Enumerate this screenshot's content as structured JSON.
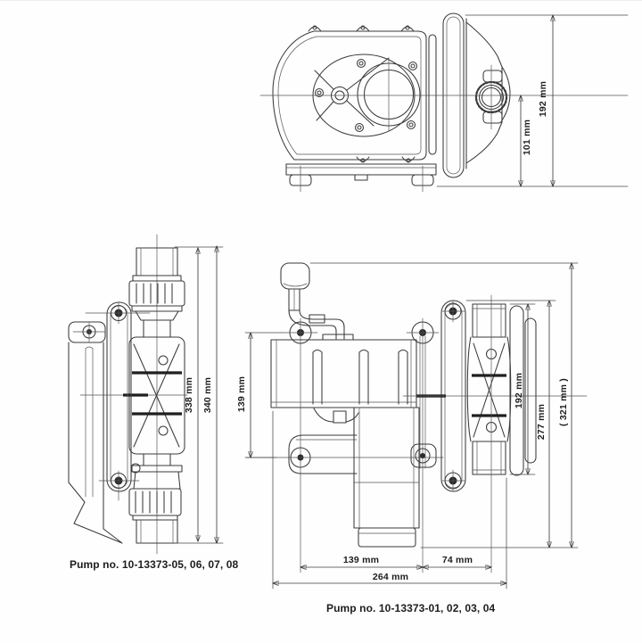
{
  "colors": {
    "background": "#fefefe",
    "line": "#3a3a3a",
    "text": "#1d1d1d"
  },
  "drawing": {
    "side_view": {
      "dims": {
        "d192": "192 mm",
        "d101": "101 mm"
      }
    },
    "inline_view": {
      "caption": "Pump no. 10-13373-05, 06, 07, 08",
      "dims": {
        "d338": "338 mm",
        "d340": "340 mm"
      }
    },
    "front_view": {
      "caption": "Pump no. 10-13373-01, 02, 03, 04",
      "dims": {
        "d139_left": "139 mm",
        "d192": "192 mm",
        "d277": "277 mm",
        "d321": "( 321 mm )",
        "d139_bottom": "139 mm",
        "d74": "74 mm",
        "d264": "264 mm"
      }
    }
  }
}
